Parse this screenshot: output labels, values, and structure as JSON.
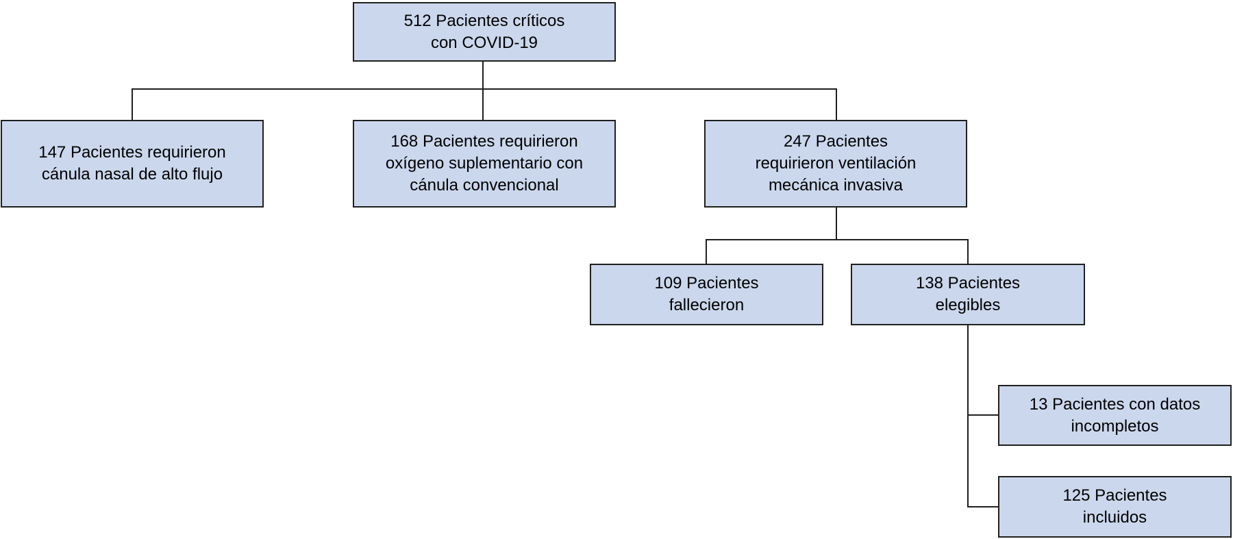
{
  "diagram": {
    "type": "flowchart",
    "language": "es",
    "nodes": {
      "criticos": {
        "count": 512,
        "lines": [
          "512 Pacientes críticos",
          "con COVID-19"
        ]
      },
      "alto_flujo": {
        "count": 147,
        "lines": [
          "147 Pacientes requirieron",
          "cánula nasal de alto flujo"
        ]
      },
      "convencional": {
        "count": 168,
        "lines": [
          "168 Pacientes requirieron",
          "oxígeno suplementario con",
          "cánula convencional"
        ]
      },
      "ventilacion": {
        "count": 247,
        "lines": [
          "247 Pacientes",
          "requirieron ventilación",
          "mecánica invasiva"
        ]
      },
      "fallecieron": {
        "count": 109,
        "lines": [
          "109 Pacientes",
          "fallecieron"
        ]
      },
      "elegibles": {
        "count": 138,
        "lines": [
          "138 Pacientes",
          "elegibles"
        ]
      },
      "incompletos": {
        "count": 13,
        "lines": [
          "13 Pacientes con datos",
          "incompletos"
        ]
      },
      "incluidos": {
        "count": 125,
        "lines": [
          "125 Pacientes",
          "incluidos"
        ]
      }
    },
    "edges": [
      {
        "from": "criticos",
        "to": "alto_flujo"
      },
      {
        "from": "criticos",
        "to": "convencional"
      },
      {
        "from": "criticos",
        "to": "ventilacion"
      },
      {
        "from": "ventilacion",
        "to": "fallecieron"
      },
      {
        "from": "ventilacion",
        "to": "elegibles"
      },
      {
        "from": "elegibles",
        "to": "incompletos"
      },
      {
        "from": "elegibles",
        "to": "incluidos"
      }
    ],
    "colors": {
      "node_fill": "#cbd7ec",
      "node_border": "#1f1f1f",
      "connector": "#1f1f1f",
      "text": "#000000",
      "background": "#ffffff"
    }
  }
}
